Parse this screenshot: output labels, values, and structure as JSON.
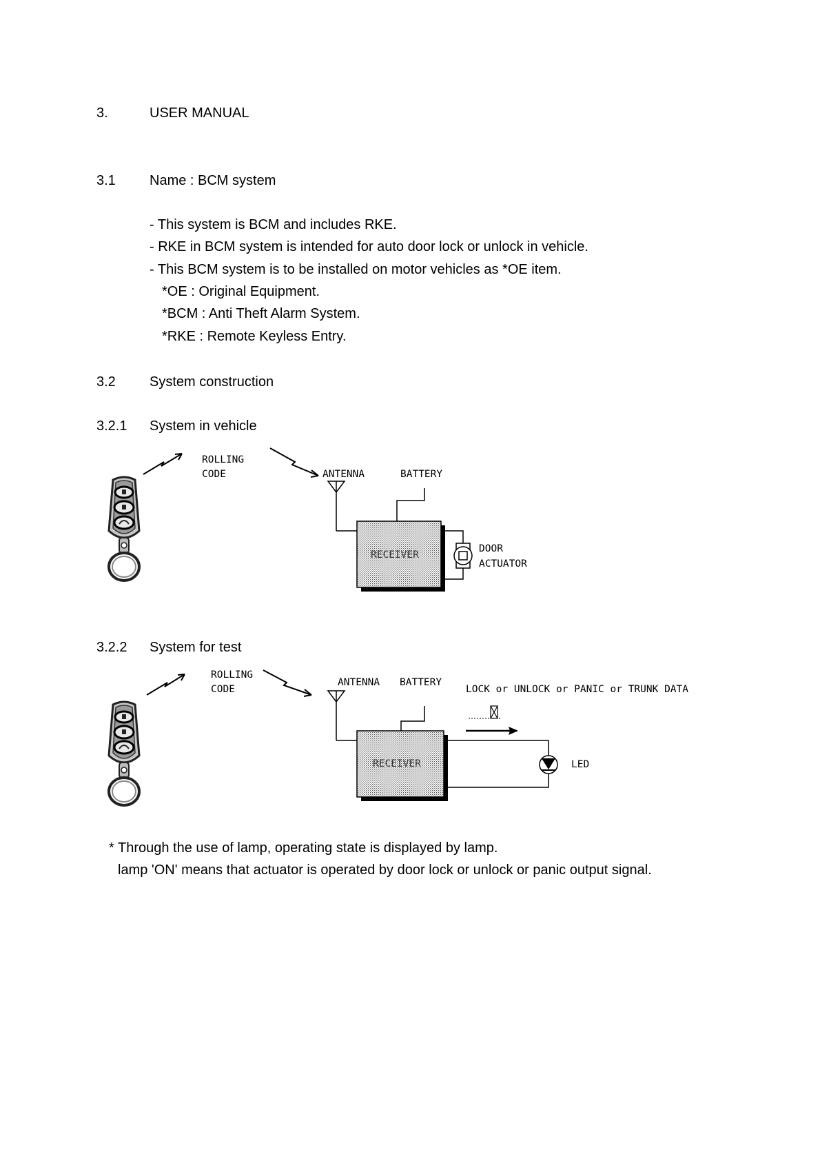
{
  "heading": {
    "number": "3.",
    "title": "USER MANUAL"
  },
  "section_3_1": {
    "number": "3.1",
    "title": "Name : BCM system",
    "bullets": [
      "- This system is BCM and includes RKE.",
      "- RKE in BCM system is intended for auto door lock or unlock in vehicle.",
      "- This BCM system is to be installed on motor vehicles as *OE item."
    ],
    "notes": [
      "*OE : Original Equipment.",
      "*BCM : Anti Theft Alarm System.",
      "*RKE : Remote Keyless Entry."
    ]
  },
  "section_3_2": {
    "number": "3.2",
    "title": "System construction"
  },
  "section_3_2_1": {
    "number": "3.2.1",
    "title": "System in vehicle"
  },
  "section_3_2_2": {
    "number": "3.2.2",
    "title": "System for test"
  },
  "diagram_vehicle": {
    "rolling_code_1": "ROLLING",
    "rolling_code_2": "CODE",
    "antenna": "ANTENNA",
    "battery": "BATTERY",
    "receiver": "RECEIVER",
    "door_1": "DOOR",
    "door_2": "ACTUATOR"
  },
  "diagram_test": {
    "rolling_code_1": "ROLLING",
    "rolling_code_2": "CODE",
    "antenna": "ANTENNA",
    "battery": "BATTERY",
    "receiver": "RECEIVER",
    "data_label": "LOCK or UNLOCK or PANIC or TRUNK DATA",
    "led": "LED"
  },
  "footnote": {
    "line1": "* Through the use of lamp, operating state is displayed by lamp.",
    "line2": "lamp 'ON' means that actuator is operated by door lock or unlock or panic output signal."
  }
}
